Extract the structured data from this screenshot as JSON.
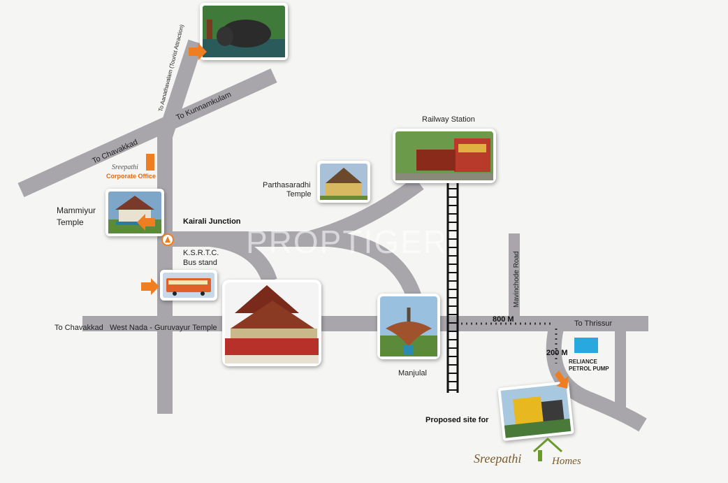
{
  "labels": {
    "to_aanathavalam": "To Aanathavalam (Tourist Attraction)",
    "to_kunnamkulam": "To Kunnamkulam",
    "to_chavakkad_top": "To Chavakkad",
    "to_chavakkad_west": "To Chavakkad",
    "west_nada": "West Nada - Guruvayur Temple",
    "corporate_office": "Corporate Office",
    "sreepathi_small": "Sreepathi",
    "mammiyur_line1": "Mammiyur",
    "mammiyur_line2": "Temple",
    "kairali_junction": "Kairali Junction",
    "ksrtc_line1": "K.S.R.T.C.",
    "ksrtc_line2": "Bus stand",
    "railway_station": "Railway Station",
    "parthasaradhi_line1": "Parthasaradhi",
    "parthasaradhi_line2": "Temple",
    "mavinchode_road": "Mavinchode Road",
    "distance_800": "800 M",
    "to_thrissur": "To Thrissur",
    "distance_200": "200 M",
    "reliance_line1": "RELIANCE",
    "reliance_line2": "PETROL PUMP",
    "manjulal": "Manjulal",
    "proposed_site": "Proposed site for",
    "brand_sreepathi": "Sreepathi",
    "brand_homes": "Homes",
    "watermark": "PROPTIGER"
  },
  "colors": {
    "road": "#a8a6ab",
    "accent_orange": "#ef7d22",
    "petrol_pump": "#29a8e0",
    "brand_green": "#6a9a2a"
  }
}
